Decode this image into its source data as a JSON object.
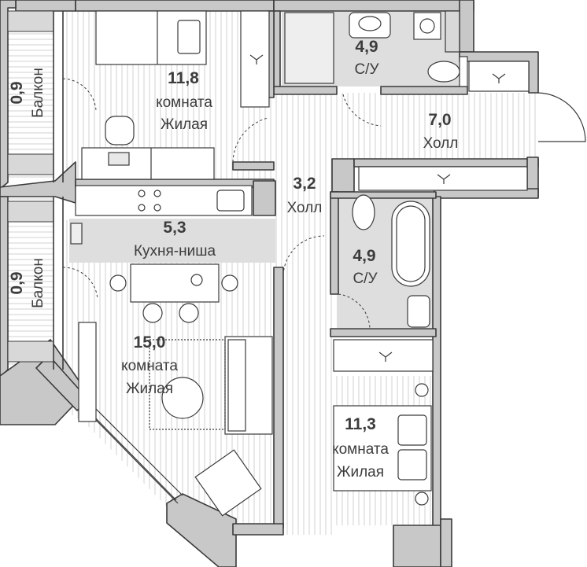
{
  "rooms": {
    "balcony_top": {
      "area": "0,9",
      "name": "Балкон"
    },
    "bedroom_top": {
      "area": "11,8",
      "type": "комната",
      "name": "Жилая"
    },
    "bath_top": {
      "area": "4,9",
      "name": "С/У"
    },
    "hall_right": {
      "area": "7,0",
      "name": "Холл"
    },
    "hall_center": {
      "area": "3,2",
      "name": "Холл"
    },
    "kitchen": {
      "area": "5,3",
      "name": "Кухня-ниша"
    },
    "bath_mid": {
      "area": "4,9",
      "name": "С/У"
    },
    "balcony_bottom": {
      "area": "0,9",
      "name": "Балкон"
    },
    "living": {
      "area": "15,0",
      "type": "комната",
      "name": "Жилая"
    },
    "bedroom_bottom": {
      "area": "11,3",
      "type": "комната",
      "name": "Жилая"
    }
  },
  "colors": {
    "wall": "#3a3a3a",
    "wall_fill": "#c8c8c8",
    "floor_lines": "#d2d2d2",
    "wet_zone": "#dedede",
    "text": "#3c3c3c"
  }
}
